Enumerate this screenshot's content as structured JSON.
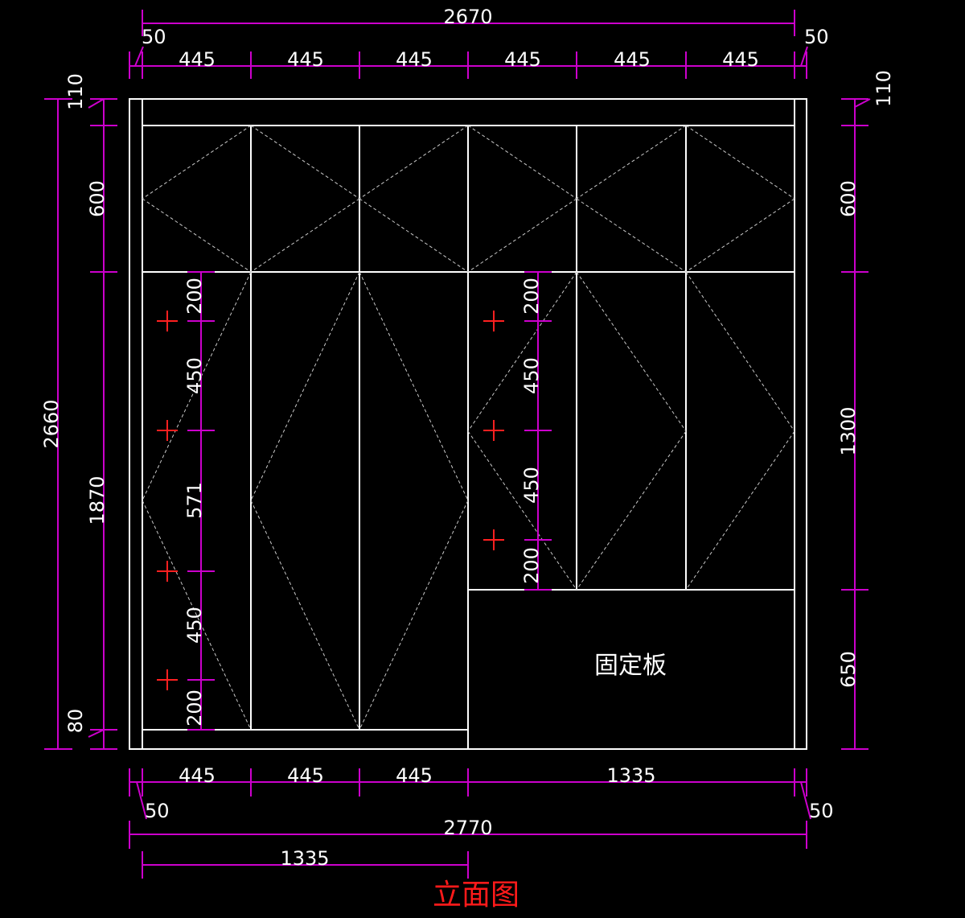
{
  "title": "立面图",
  "fixed_panel_label": "固定板",
  "colors": {
    "background": "#000000",
    "frame": "#ffffff",
    "dimension": "#cc00cc",
    "dashed": "#c8c8c8",
    "marker": "#ff2020",
    "title": "#ff1a1a"
  },
  "dimensions": {
    "top_overall": "2670",
    "top_left_offset": "50",
    "top_right_offset": "50",
    "top_modules": [
      "445",
      "445",
      "445",
      "445",
      "445",
      "445"
    ],
    "bottom_modules": [
      "445",
      "445",
      "445",
      "1335"
    ],
    "bottom_left_offset": "50",
    "bottom_right_offset": "50",
    "bottom_overall": "2770",
    "bottom_sub": "1335",
    "left_overall": "2660",
    "left_parts": [
      "110",
      "600",
      "1870",
      "80"
    ],
    "right_parts": [
      "110",
      "600",
      "1300",
      "650"
    ],
    "left_inner": [
      "200",
      "450",
      "571",
      "450",
      "200"
    ],
    "mid_inner": [
      "200",
      "450",
      "450",
      "200"
    ]
  }
}
